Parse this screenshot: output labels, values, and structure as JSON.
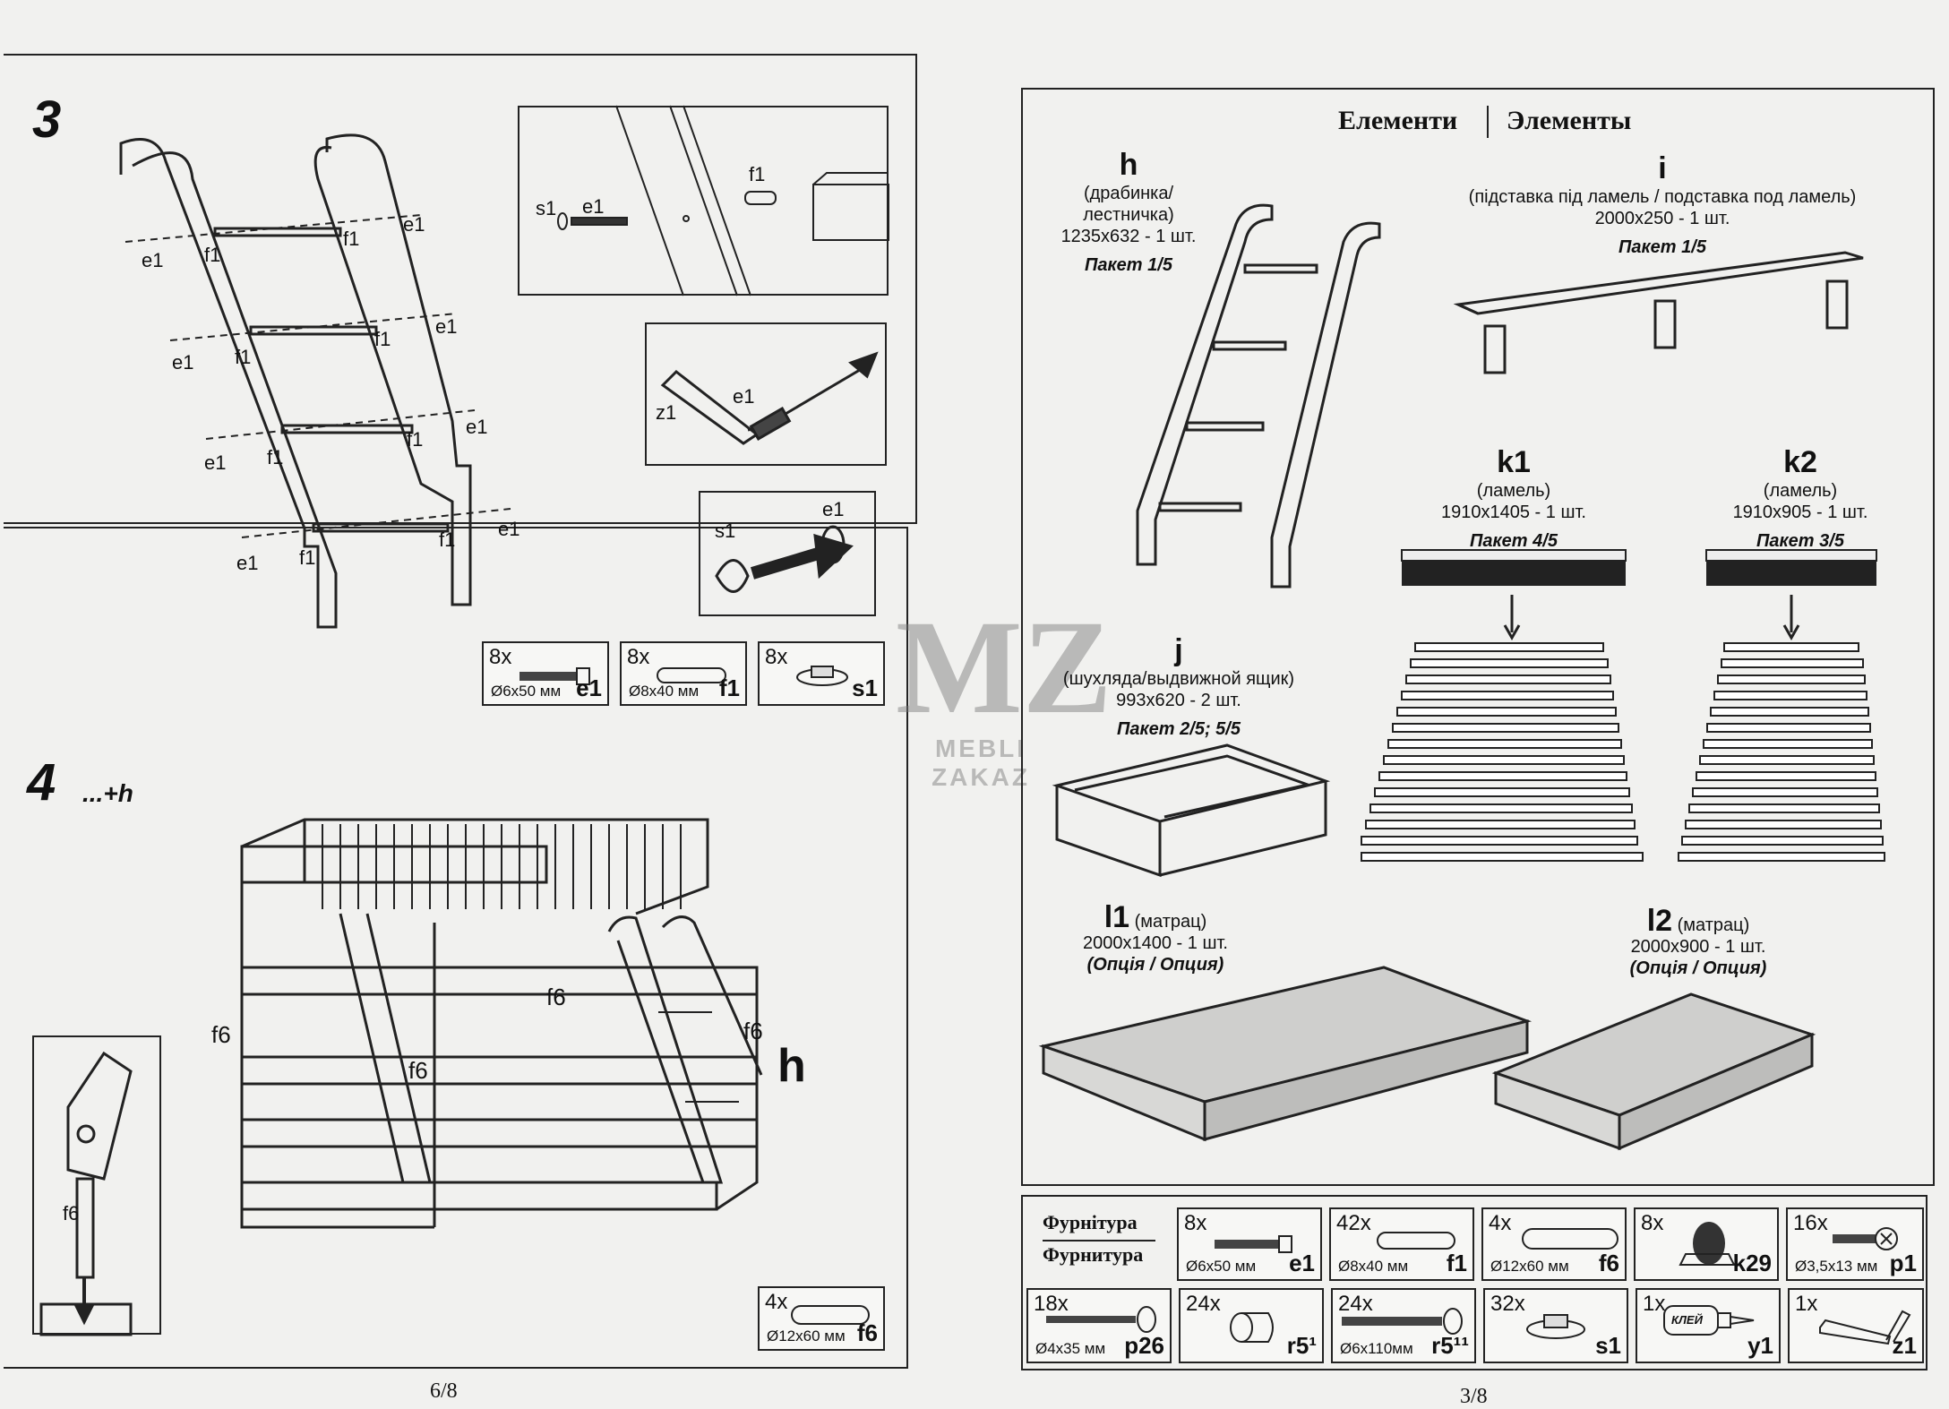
{
  "left": {
    "step3": {
      "number": "3",
      "labels": {
        "e1": "e1",
        "f1": "f1",
        "s1": "s1",
        "z1": "z1"
      },
      "hardware": [
        {
          "qty": "8x",
          "size": "Ø6x50 мм",
          "code": "e1",
          "icon": "screw-icon"
        },
        {
          "qty": "8x",
          "size": "Ø8x40 мм",
          "code": "f1",
          "icon": "dowel-icon"
        },
        {
          "qty": "8x",
          "size": "",
          "code": "s1",
          "icon": "cap-icon"
        }
      ]
    },
    "step4": {
      "number": "4",
      "suffix": "...+h",
      "labels": {
        "f6": "f6",
        "h": "h"
      },
      "hardware": [
        {
          "qty": "4x",
          "size": "Ø12x60 мм",
          "code": "f6",
          "icon": "dowel-icon"
        }
      ]
    },
    "page_number": "6/8"
  },
  "watermark": {
    "mark": "MZ",
    "line1": "MEBLI",
    "line2": "ZAKAZ"
  },
  "right": {
    "title_ua": "Елементи",
    "title_ru": "Элементы",
    "items": {
      "h": {
        "code": "h",
        "desc": "(драбинка/\nлестничка)",
        "dims": "1235x632 - 1 шт.",
        "pkg": "Пакет 1/5"
      },
      "i": {
        "code": "i",
        "desc": "(підставка під ламель / подставка под ламель)",
        "dims": "2000x250 - 1 шт.",
        "pkg": "Пакет 1/5"
      },
      "k1": {
        "code": "k1",
        "desc": "(ламель)",
        "dims": "1910x1405 - 1 шт.",
        "pkg": "Пакет 4/5"
      },
      "k2": {
        "code": "k2",
        "desc": "(ламель)",
        "dims": "1910x905 - 1 шт.",
        "pkg": "Пакет 3/5"
      },
      "j": {
        "code": "j",
        "desc": "(шухляда/выдвижной ящик)",
        "dims": "993x620 - 2 шт.",
        "pkg": "Пакет 2/5; 5/5"
      },
      "l1": {
        "code": "l1",
        "desc": "(матрац)",
        "dims": "2000x1400 - 1 шт.",
        "opt": "(Опція / Опция)"
      },
      "l2": {
        "code": "l2",
        "desc": "(матрац)",
        "dims": "2000x900 - 1 шт.",
        "opt": "(Опція / Опция)"
      }
    },
    "hardware_title_ua": "Фурнітура",
    "hardware_title_ru": "Фурнитура",
    "hardware": [
      {
        "qty": "8x",
        "size": "Ø6x50 мм",
        "code": "e1",
        "icon": "screw-icon"
      },
      {
        "qty": "42x",
        "size": "Ø8x40 мм",
        "code": "f1",
        "icon": "dowel-icon"
      },
      {
        "qty": "4x",
        "size": "Ø12x60 мм",
        "code": "f6",
        "icon": "dowel-icon"
      },
      {
        "qty": "8x",
        "size": "",
        "code": "k29",
        "icon": "wheel-icon"
      },
      {
        "qty": "16x",
        "size": "Ø3,5x13 мм",
        "code": "p1",
        "icon": "screw-icon"
      },
      {
        "qty": "18x",
        "size": "Ø4x35 мм",
        "code": "p26",
        "icon": "screw-icon"
      },
      {
        "qty": "24x",
        "size": "",
        "code": "r5¹",
        "icon": "barrel-nut-icon"
      },
      {
        "qty": "24x",
        "size": "Ø6x110мм",
        "code": "r5¹¹",
        "icon": "bolt-icon"
      },
      {
        "qty": "32x",
        "size": "",
        "code": "s1",
        "icon": "cap-icon"
      },
      {
        "qty": "1x",
        "size": "",
        "code": "y1",
        "icon": "glue-icon",
        "glue_label": "КЛЕЙ"
      },
      {
        "qty": "1x",
        "size": "",
        "code": "z1",
        "icon": "allen-key-icon"
      }
    ],
    "page_number": "3/8"
  }
}
